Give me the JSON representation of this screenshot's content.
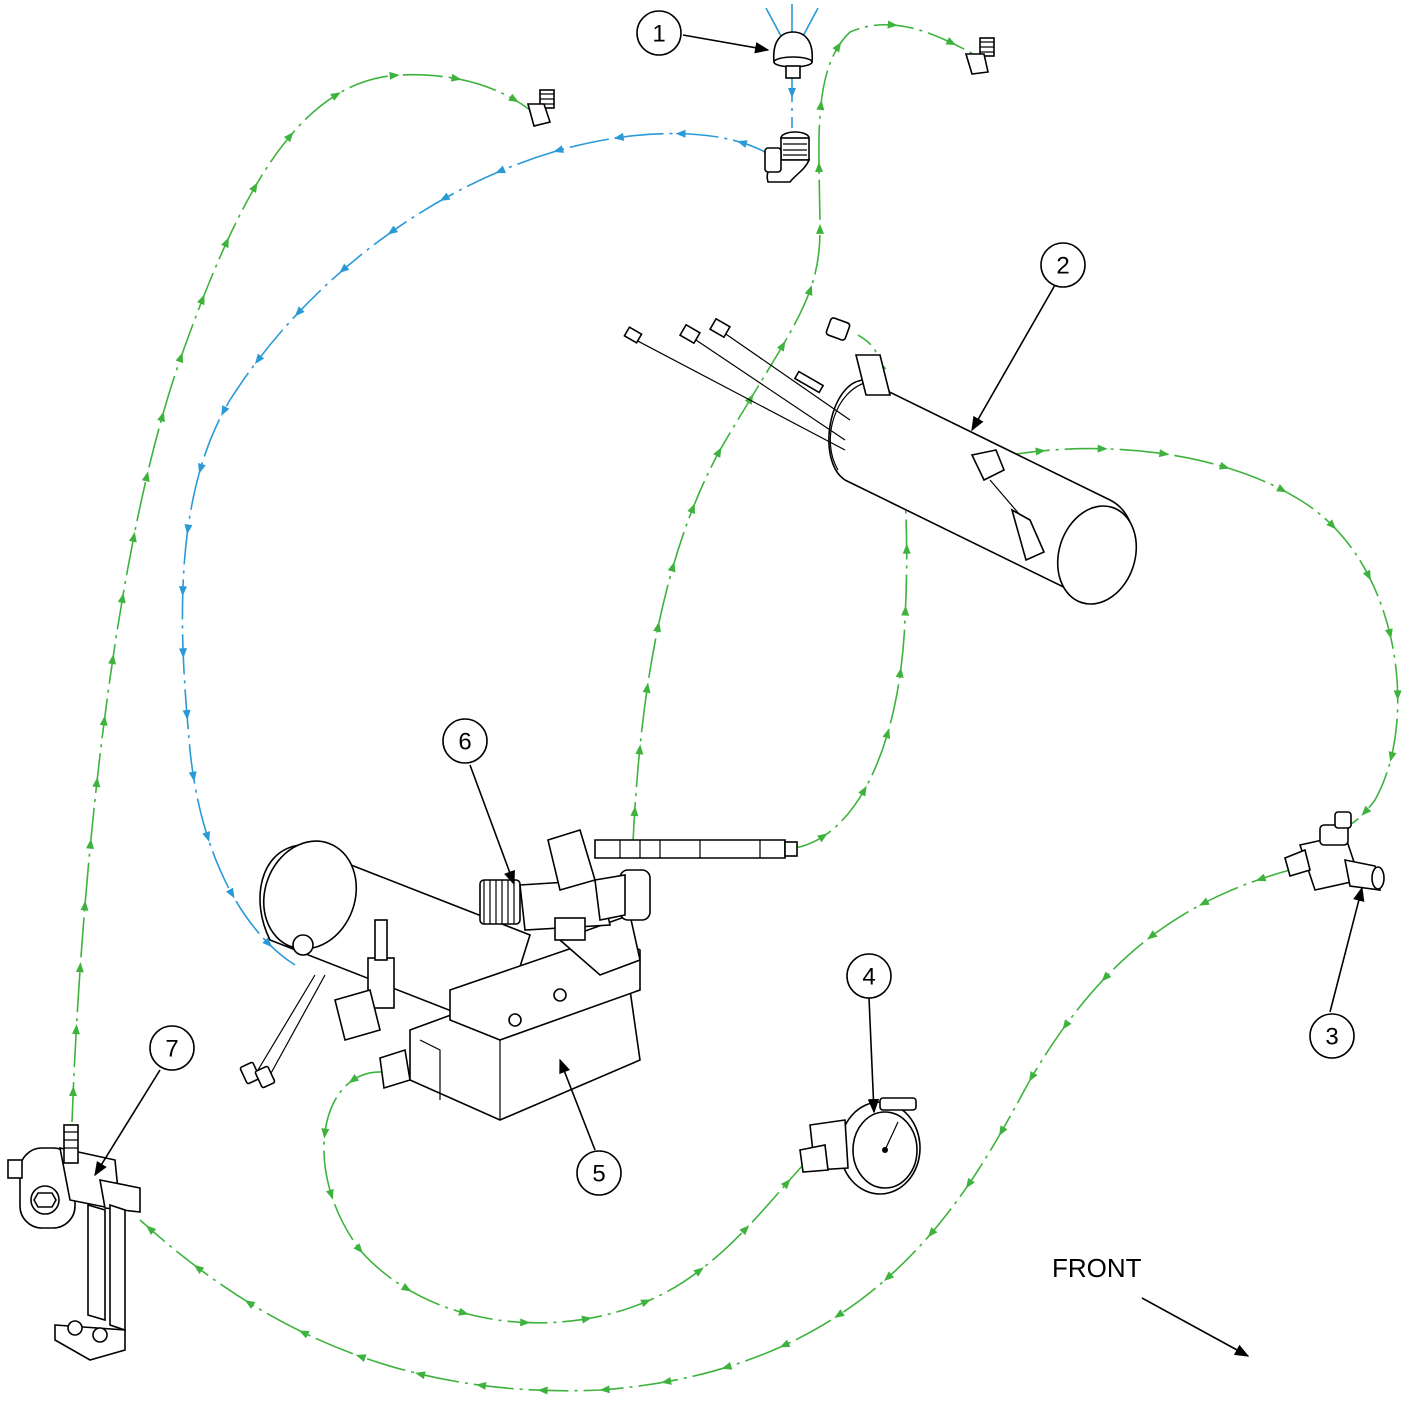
{
  "colors": {
    "water_line": "#3db33d",
    "vacuum_line": "#2a9ad6",
    "ink": "#000000"
  },
  "callouts": [
    {
      "id": "1",
      "label": "1"
    },
    {
      "id": "2",
      "label": "2"
    },
    {
      "id": "3",
      "label": "3"
    },
    {
      "id": "4",
      "label": "4"
    },
    {
      "id": "5",
      "label": "5"
    },
    {
      "id": "6",
      "label": "6"
    },
    {
      "id": "7",
      "label": "7"
    }
  ],
  "direction_label": "FRONT"
}
